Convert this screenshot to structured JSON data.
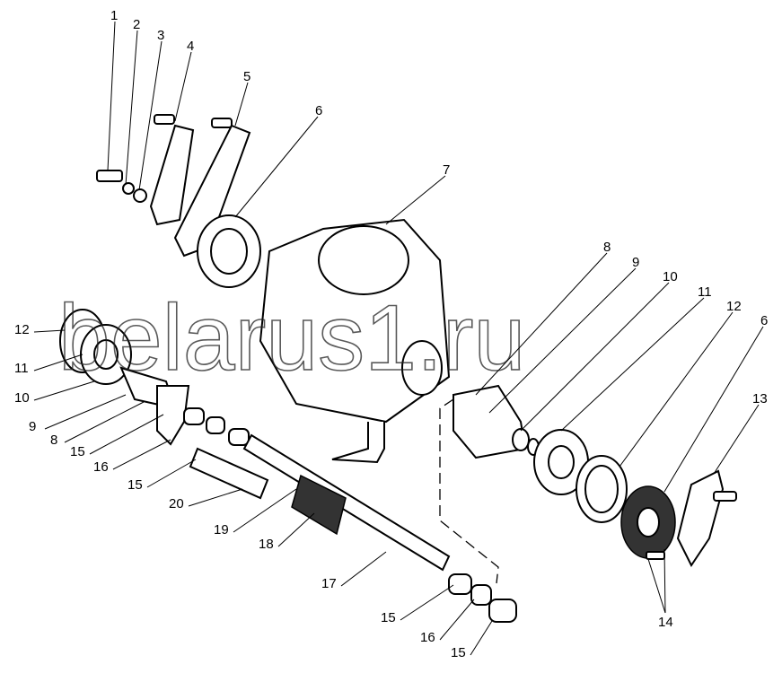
{
  "watermark": "belarus1.ru",
  "callouts": [
    "1",
    "2",
    "3",
    "4",
    "5",
    "6",
    "7",
    "8",
    "9",
    "10",
    "11",
    "12",
    "6",
    "13",
    "12",
    "11",
    "10",
    "9",
    "8",
    "15",
    "16",
    "15",
    "20",
    "19",
    "18",
    "17",
    "15",
    "16",
    "15",
    "14"
  ]
}
